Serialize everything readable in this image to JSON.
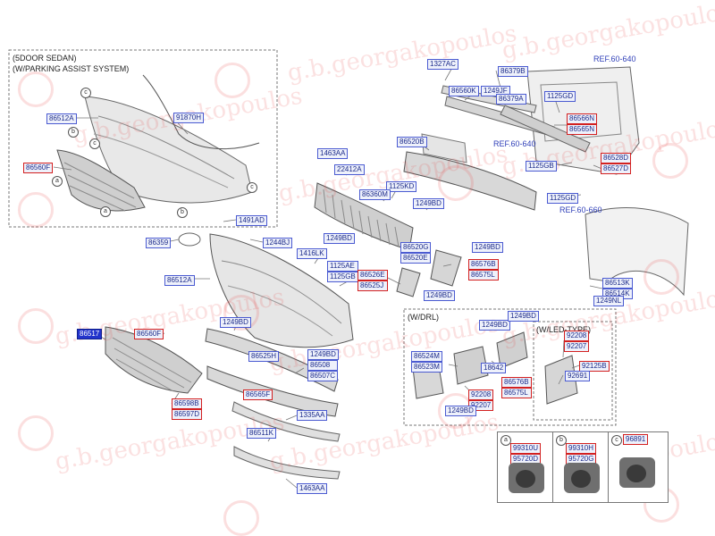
{
  "sections": {
    "body_type": "(5DOOR SEDAN)",
    "parking_assist": "(W/PARKING ASSIST SYSTEM)",
    "drl": "(W/DRL)",
    "led_type": "(W/LED-TYPE)"
  },
  "refs": {
    "ref_top": "REF.60-640",
    "ref_mid": "REF.60-640",
    "ref_fender": "REF.60-660"
  },
  "callouts": {
    "a": "a",
    "b": "b",
    "c": "c"
  },
  "parts": {
    "p86512A_top": "86512A",
    "p91870H": "91870H",
    "p86560F_top": "86560F",
    "p1327AC": "1327AC",
    "p86379B": "86379B",
    "p86560K": "86560K",
    "p1249JF": "1249JF",
    "p86379A": "86379A",
    "p1125GD_a": "1125GD",
    "p86566N": "86566N",
    "p86565N": "86565N",
    "p86520B": "86520B",
    "p1463AA_top": "1463AA",
    "p22412A": "22412A",
    "p86360M": "86360M",
    "p1125KD": "1125KD",
    "p1249BD_a": "1249BD",
    "p1125GB": "1125GB",
    "p86528D": "86528D",
    "p86527D": "86527D",
    "p1125GD_b": "1125GD",
    "p1491AD": "1491AD",
    "p1244BJ": "1244BJ",
    "p86359": "86359",
    "p1249BD_b": "1249BD",
    "p86520G": "86520G",
    "p86520E": "86520E",
    "p1249BD_c": "1249BD",
    "p1416LK": "1416LK",
    "p1125AE": "1125AE",
    "p1125GB_b": "1125GB",
    "p86526E": "86526E",
    "p86525J": "86525J",
    "p86576B": "86576B",
    "p86575L": "86575L",
    "p1249BD_d": "1249BD",
    "p86512A_mid": "86512A",
    "p86513K": "86513K",
    "p86514K": "86514K",
    "p1249NL": "1249NL",
    "p1249BD_e": "1249BD",
    "p86517": "86517",
    "p86560F_mid": "86560F",
    "p86525H": "86525H",
    "p1249BD_f": "1249BD",
    "p86508": "86508",
    "p86507C": "86507C",
    "p86565F": "86565F",
    "p86598B": "86598B",
    "p86597D": "86597D",
    "p1335AA": "1335AA",
    "p86511K": "86511K",
    "p1463AA_bot": "1463AA",
    "p1249BD_g": "1249BD",
    "p1249BD_h": "1249BD",
    "p86524M": "86524M",
    "p86523M": "86523M",
    "p18642": "18642",
    "p86576B_b": "86576B",
    "p86575L_b": "86575L",
    "p92208_a": "92208",
    "p92207_a": "92207",
    "p1249BD_i": "1249BD",
    "p92208_b": "92208",
    "p92207_b": "92207",
    "p92125B": "92125B",
    "p92691": "92691",
    "p99310U": "99310U",
    "p95720D": "95720D",
    "p99310H": "99310H",
    "p95720G": "95720G",
    "p96891": "96891"
  },
  "watermark": "g.b.georgakopoulos"
}
